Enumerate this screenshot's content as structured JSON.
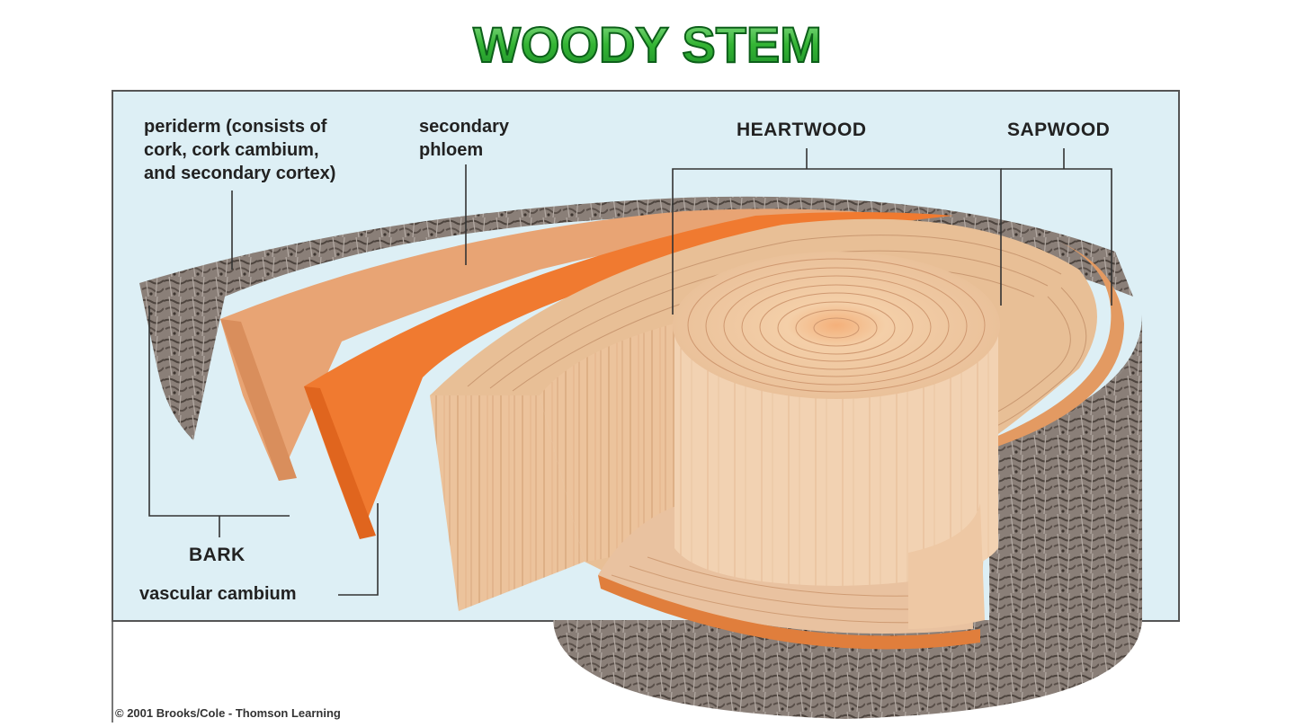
{
  "title": "WOODY STEM",
  "labels": {
    "periderm": "periderm (consists of\ncork, cork cambium,\nand secondary cortex)",
    "secondary_phloem": "secondary\nphloem",
    "heartwood": "HEARTWOOD",
    "sapwood": "SAPWOOD",
    "bark": "BARK",
    "vascular_cambium": "vascular cambium"
  },
  "copyright": "© 2001 Brooks/Cole - Thomson Learning",
  "colors": {
    "title_fill": "#2eb82e",
    "title_outline": "#0d5f1a",
    "panel_bg": "#ddeff5",
    "bark": "#7a6e66",
    "phloem": "#e8a474",
    "cambium": "#f07a30",
    "sapwood": "#e9c09a",
    "heartwood": "#f0cfae"
  }
}
